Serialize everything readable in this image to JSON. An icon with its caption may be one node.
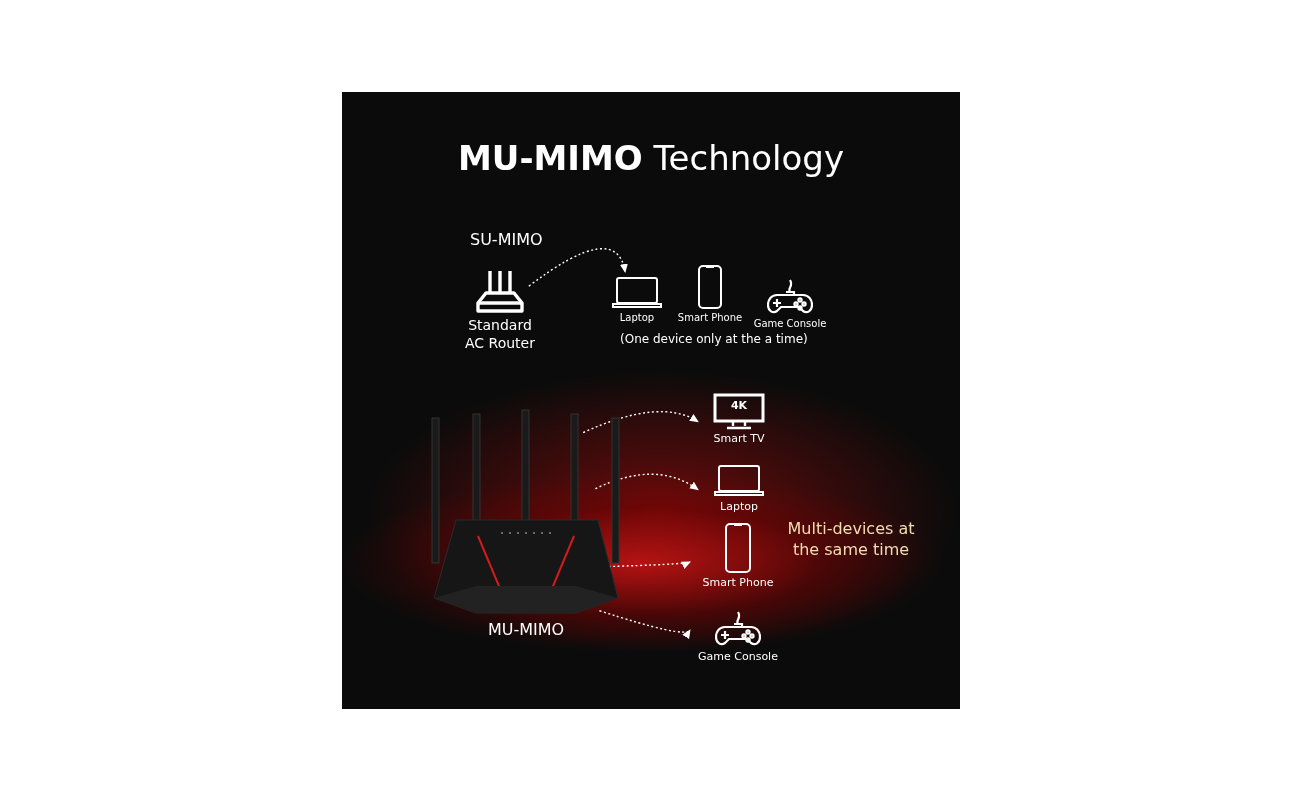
{
  "diagram": {
    "title": "**MU-MIMO** Technology",
    "nodes": [
      {
        "text": [
          "Standard AC Router"
        ]
      },
      {
        "text": [
          "Laptop"
        ]
      },
      {
        "text": [
          "Smart Phone"
        ]
      },
      {
        "text": [
          "Game Console"
        ]
      },
      {
        "text": [
          "MU-MIMO"
        ]
      },
      {
        "text": [
          "4K",
          "Smart TV"
        ]
      },
      {
        "text": [
          "Laptop"
        ]
      },
      {
        "text": [
          "Smart Phone"
        ]
      },
      {
        "text": [
          "Game Console"
        ]
      }
    ],
    "edges": [
      {
        "from": 0,
        "to": 1,
        "arrow": "to"
      },
      {
        "from": 4,
        "to": 5,
        "arrow": "to"
      },
      {
        "from": 4,
        "to": 6,
        "arrow": "to"
      },
      {
        "from": 4,
        "to": 7,
        "arrow": "to"
      },
      {
        "from": 4,
        "to": 8,
        "arrow": "to"
      }
    ],
    "labels": [
      "SU-MIMO",
      "(One device only at the a time)",
      "Multi-devices at the same time"
    ]
  }
}
